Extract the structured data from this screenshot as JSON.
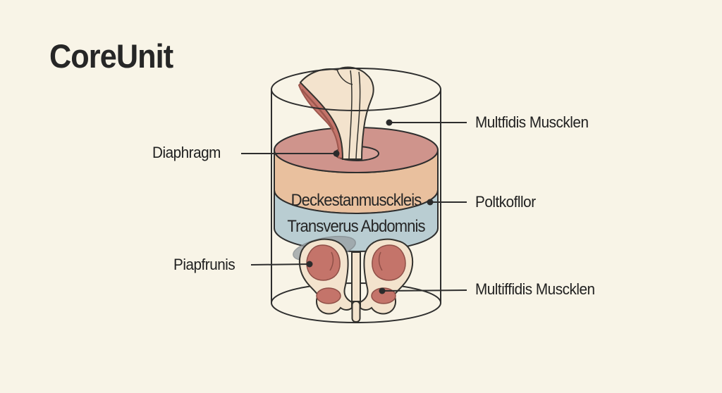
{
  "title": "CoreUnit",
  "labels": {
    "diaphragm": "Diaphragm",
    "multifidus_top": "Multfidis Muscklen",
    "pelvic_floor": "Poltkofllor",
    "piapfrunis": "Piapfrunis",
    "multifidus_bottom": "Multiffidis Muscklen"
  },
  "cylinder_layers": {
    "layer1": "Deckestanmusckleis",
    "layer2": "Transverus Abdomnis"
  },
  "colors": {
    "background": "#f8f4e7",
    "outline": "#2e2e2e",
    "disc_top": "#cf948c",
    "disc_hole": "#d9a29a",
    "band_tan": "#e9c09e",
    "band_blue": "#b9cdd2",
    "bone": "#f3e3cd",
    "muscle": "#c4746a",
    "muscle_outline": "#8f4f47",
    "shadow_grey": "#9ba2a6",
    "text": "#202020"
  }
}
